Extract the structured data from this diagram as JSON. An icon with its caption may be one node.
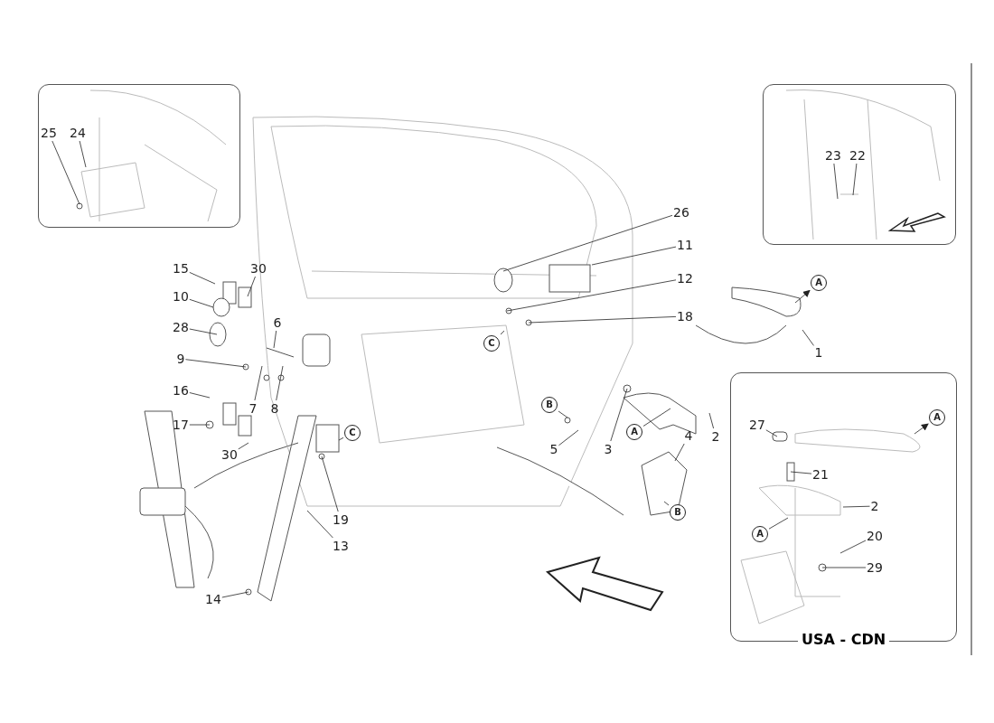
{
  "diagram": {
    "nodes": [
      {
        "text": [],
        "shape": "box"
      },
      {
        "text": [
          "25"
        ],
        "in": 0
      },
      {
        "text": [
          "24"
        ],
        "in": 0
      },
      {
        "text": [],
        "shape": "box"
      },
      {
        "text": [
          "23"
        ],
        "in": 3
      },
      {
        "text": [
          "22"
        ],
        "in": 3
      },
      {
        "text": [
          "USA - CDN"
        ]
      },
      {
        "text": [
          "27"
        ],
        "in": 6
      },
      {
        "text": [
          "21"
        ],
        "in": 6
      },
      {
        "text": [
          "2"
        ],
        "in": 6
      },
      {
        "text": [
          "20"
        ],
        "in": 6
      },
      {
        "text": [
          "29"
        ],
        "in": 6
      },
      {
        "text": [
          "A"
        ],
        "in": 6
      },
      {
        "text": [
          "A"
        ],
        "in": 6
      },
      {
        "text": [
          "15"
        ]
      },
      {
        "text": [
          "30"
        ]
      },
      {
        "text": [
          "10"
        ]
      },
      {
        "text": [
          "28"
        ]
      },
      {
        "text": [
          "6"
        ]
      },
      {
        "text": [
          "9"
        ]
      },
      {
        "text": [
          "7"
        ]
      },
      {
        "text": [
          "8"
        ]
      },
      {
        "text": [
          "16"
        ]
      },
      {
        "text": [
          "17"
        ]
      },
      {
        "text": [
          "30"
        ]
      },
      {
        "text": [
          "19"
        ]
      },
      {
        "text": [
          "13"
        ]
      },
      {
        "text": [
          "14"
        ]
      },
      {
        "text": [
          "C"
        ]
      },
      {
        "text": [
          "C"
        ]
      },
      {
        "text": [
          "26"
        ]
      },
      {
        "text": [
          "11"
        ]
      },
      {
        "text": [
          "12"
        ]
      },
      {
        "text": [
          "18"
        ]
      },
      {
        "text": [
          "A"
        ]
      },
      {
        "text": [
          "1"
        ]
      },
      {
        "text": [
          "B"
        ]
      },
      {
        "text": [
          "5"
        ]
      },
      {
        "text": [
          "3"
        ]
      },
      {
        "text": [
          "A"
        ]
      },
      {
        "text": [
          "2"
        ]
      },
      {
        "text": [
          "4"
        ]
      },
      {
        "text": [
          "B"
        ]
      }
    ],
    "edges": [
      {
        "from": 1,
        "to": null,
        "arrow": "none"
      },
      {
        "from": 2,
        "to": null,
        "arrow": "none"
      },
      {
        "from": 4,
        "to": null,
        "arrow": "none"
      },
      {
        "from": 5,
        "to": null,
        "arrow": "none"
      },
      {
        "from": 7,
        "to": null,
        "arrow": "none"
      },
      {
        "from": 8,
        "to": null,
        "arrow": "none"
      },
      {
        "from": 9,
        "to": null,
        "arrow": "none"
      },
      {
        "from": 10,
        "to": null,
        "arrow": "none"
      },
      {
        "from": 11,
        "to": null,
        "arrow": "none"
      },
      {
        "from": null,
        "to": 12,
        "arrow": "to"
      },
      {
        "from": 13,
        "to": null,
        "arrow": "none"
      },
      {
        "from": 14,
        "to": null,
        "arrow": "none"
      },
      {
        "from": 15,
        "to": null,
        "arrow": "none"
      },
      {
        "from": 16,
        "to": null,
        "arrow": "none"
      },
      {
        "from": 17,
        "to": null,
        "arrow": "none"
      },
      {
        "from": 18,
        "to": null,
        "arrow": "none"
      },
      {
        "from": 19,
        "to": null,
        "arrow": "none"
      },
      {
        "from": 20,
        "to": null,
        "arrow": "none"
      },
      {
        "from": 21,
        "to": null,
        "arrow": "none"
      },
      {
        "from": 22,
        "to": null,
        "arrow": "none"
      },
      {
        "from": 23,
        "to": null,
        "arrow": "none"
      },
      {
        "from": 24,
        "to": null,
        "arrow": "none"
      },
      {
        "from": 25,
        "to": null,
        "arrow": "none"
      },
      {
        "from": 26,
        "to": null,
        "arrow": "none"
      },
      {
        "from": 27,
        "to": null,
        "arrow": "none"
      },
      {
        "from": 28,
        "to": null,
        "arrow": "none"
      },
      {
        "from": 29,
        "to": null,
        "arrow": "none"
      },
      {
        "from": 30,
        "to": null,
        "arrow": "none"
      },
      {
        "from": 31,
        "to": null,
        "arrow": "none"
      },
      {
        "from": 32,
        "to": null,
        "arrow": "none"
      },
      {
        "from": 33,
        "to": null,
        "arrow": "none"
      },
      {
        "from": null,
        "to": 34,
        "arrow": "to"
      },
      {
        "from": 35,
        "to": null,
        "arrow": "none"
      },
      {
        "from": 36,
        "to": null,
        "arrow": "none"
      },
      {
        "from": 37,
        "to": null,
        "arrow": "none"
      },
      {
        "from": 38,
        "to": null,
        "arrow": "none"
      },
      {
        "from": 39,
        "to": null,
        "arrow": "none"
      },
      {
        "from": 40,
        "to": null,
        "arrow": "none"
      },
      {
        "from": 41,
        "to": null,
        "arrow": "none"
      },
      {
        "from": 42,
        "to": null,
        "arrow": "none"
      }
    ]
  }
}
